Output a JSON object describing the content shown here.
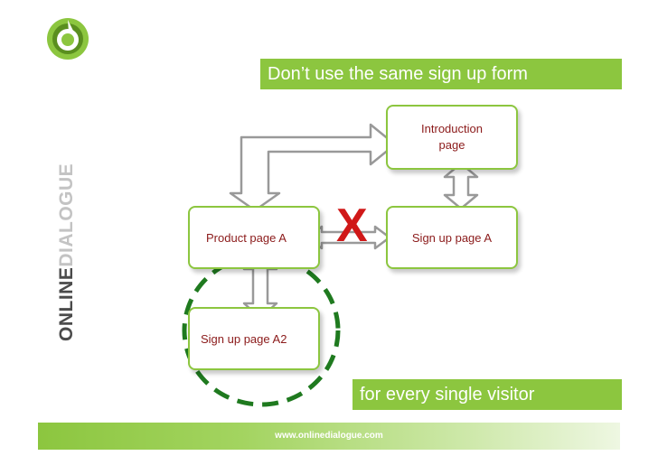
{
  "brand": {
    "vertical_dark": "ONLINE",
    "vertical_light": "DIALOGUE",
    "colors": {
      "green": "#8cc63f",
      "dark_text": "#4b4b4b",
      "light_text": "#c3c3c3"
    }
  },
  "logo": {
    "icon": "green-circle-logo-icon"
  },
  "title": "Don’t use the same sign up form",
  "subtitle": "for every single visitor",
  "diagram": {
    "nodes": {
      "introduction": "Introduction page",
      "product_page_a": "Product page A",
      "sign_up_page_a": "Sign up page A",
      "sign_up_page_a2": "Sign up page A2"
    },
    "cross_mark": "X",
    "colors": {
      "node_text": "#8b1a1a",
      "node_border": "#8cc63f",
      "cross": "#d01818",
      "circle": "#1f7a1f"
    }
  },
  "footer": {
    "url": "www.onlinedialogue.com"
  }
}
